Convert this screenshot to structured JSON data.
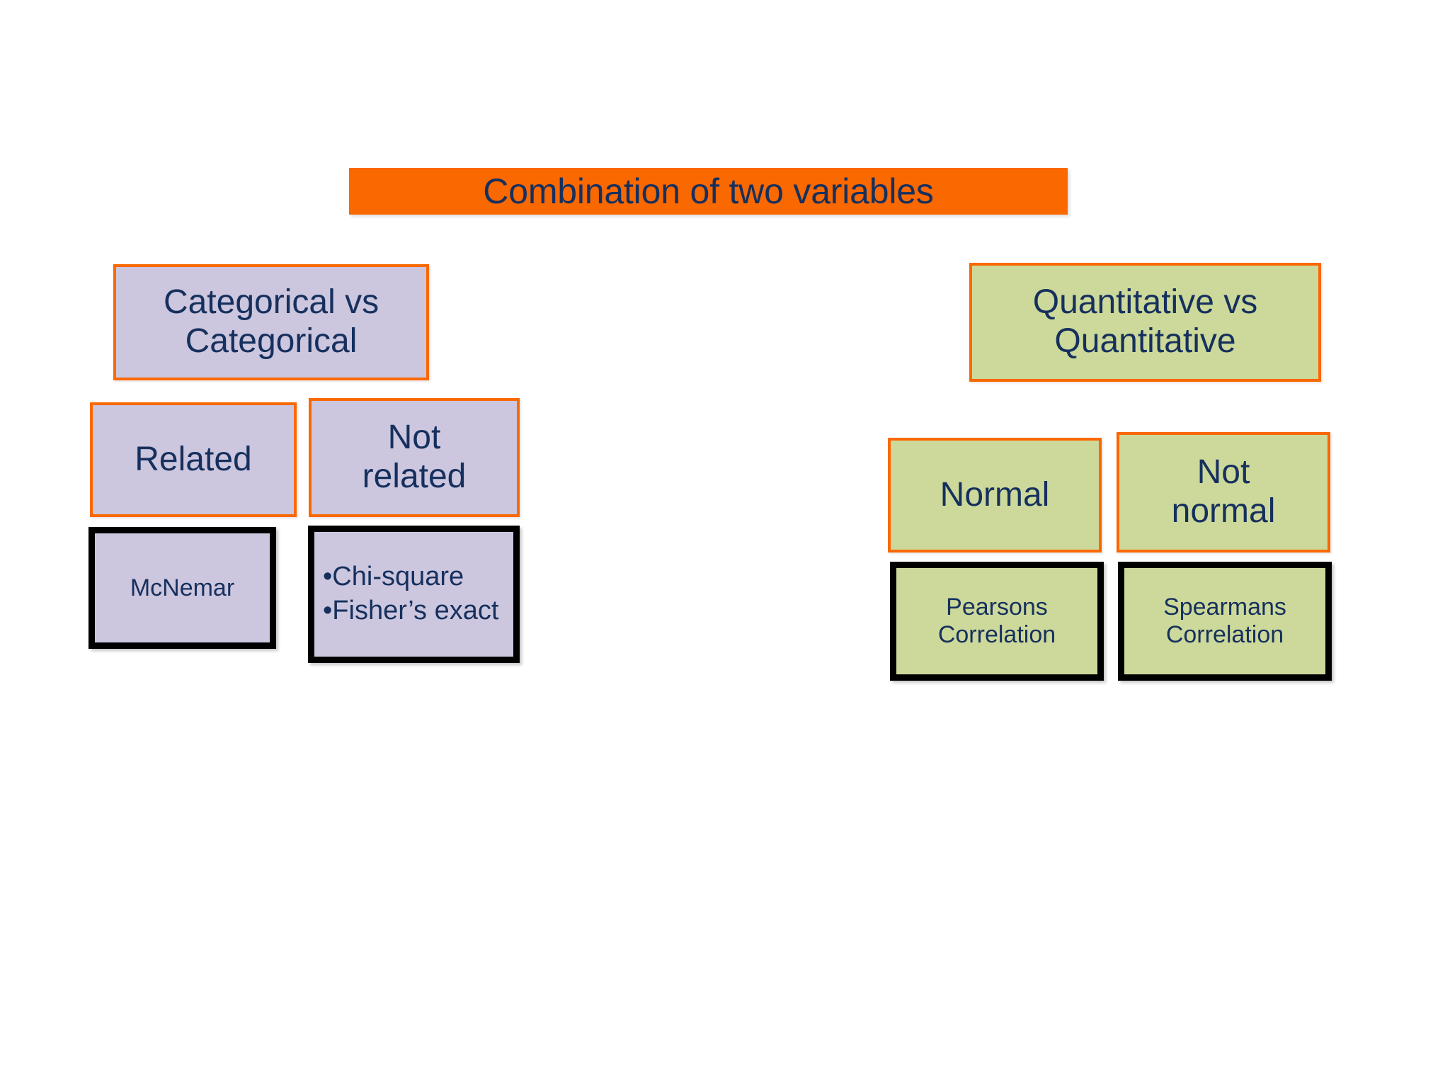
{
  "slide": {
    "background_color": "#ffffff",
    "title_banner": {
      "text": "Combination of two variables",
      "background_color": "#FA6800",
      "text_color": "#16305E"
    }
  },
  "theme": {
    "orange": "#FA6800",
    "purple_fill": "#CCC6DE",
    "green_fill": "#CDD99A",
    "navy_text": "#16305E",
    "black_border": "#000000"
  },
  "branches": {
    "categorical": {
      "header": {
        "label": "Categorical vs\nCategorical",
        "fill": "#CCC6DE",
        "border": "#FA6800"
      },
      "conditions": [
        {
          "label": "Related",
          "fill": "#CCC6DE",
          "border": "#FA6800"
        },
        {
          "label": "Not\nrelated",
          "fill": "#CCC6DE",
          "border": "#FA6800"
        }
      ],
      "tests": [
        {
          "label": "McNemar",
          "fill": "#CCC6DE",
          "border": "#000000"
        },
        {
          "label": "•Chi-square\n•Fisher’s exact",
          "fill": "#CCC6DE",
          "border": "#000000"
        }
      ]
    },
    "quantitative": {
      "header": {
        "label": "Quantitative vs\nQuantitative",
        "fill": "#CDD99A",
        "border": "#FA6800"
      },
      "conditions": [
        {
          "label": "Normal",
          "fill": "#CDD99A",
          "border": "#FA6800"
        },
        {
          "label": "Not\nnormal",
          "fill": "#CDD99A",
          "border": "#FA6800"
        }
      ],
      "tests": [
        {
          "label": "Pearsons\nCorrelation",
          "fill": "#CDD99A",
          "border": "#000000"
        },
        {
          "label": "Spearmans\nCorrelation",
          "fill": "#CDD99A",
          "border": "#000000"
        }
      ]
    }
  }
}
